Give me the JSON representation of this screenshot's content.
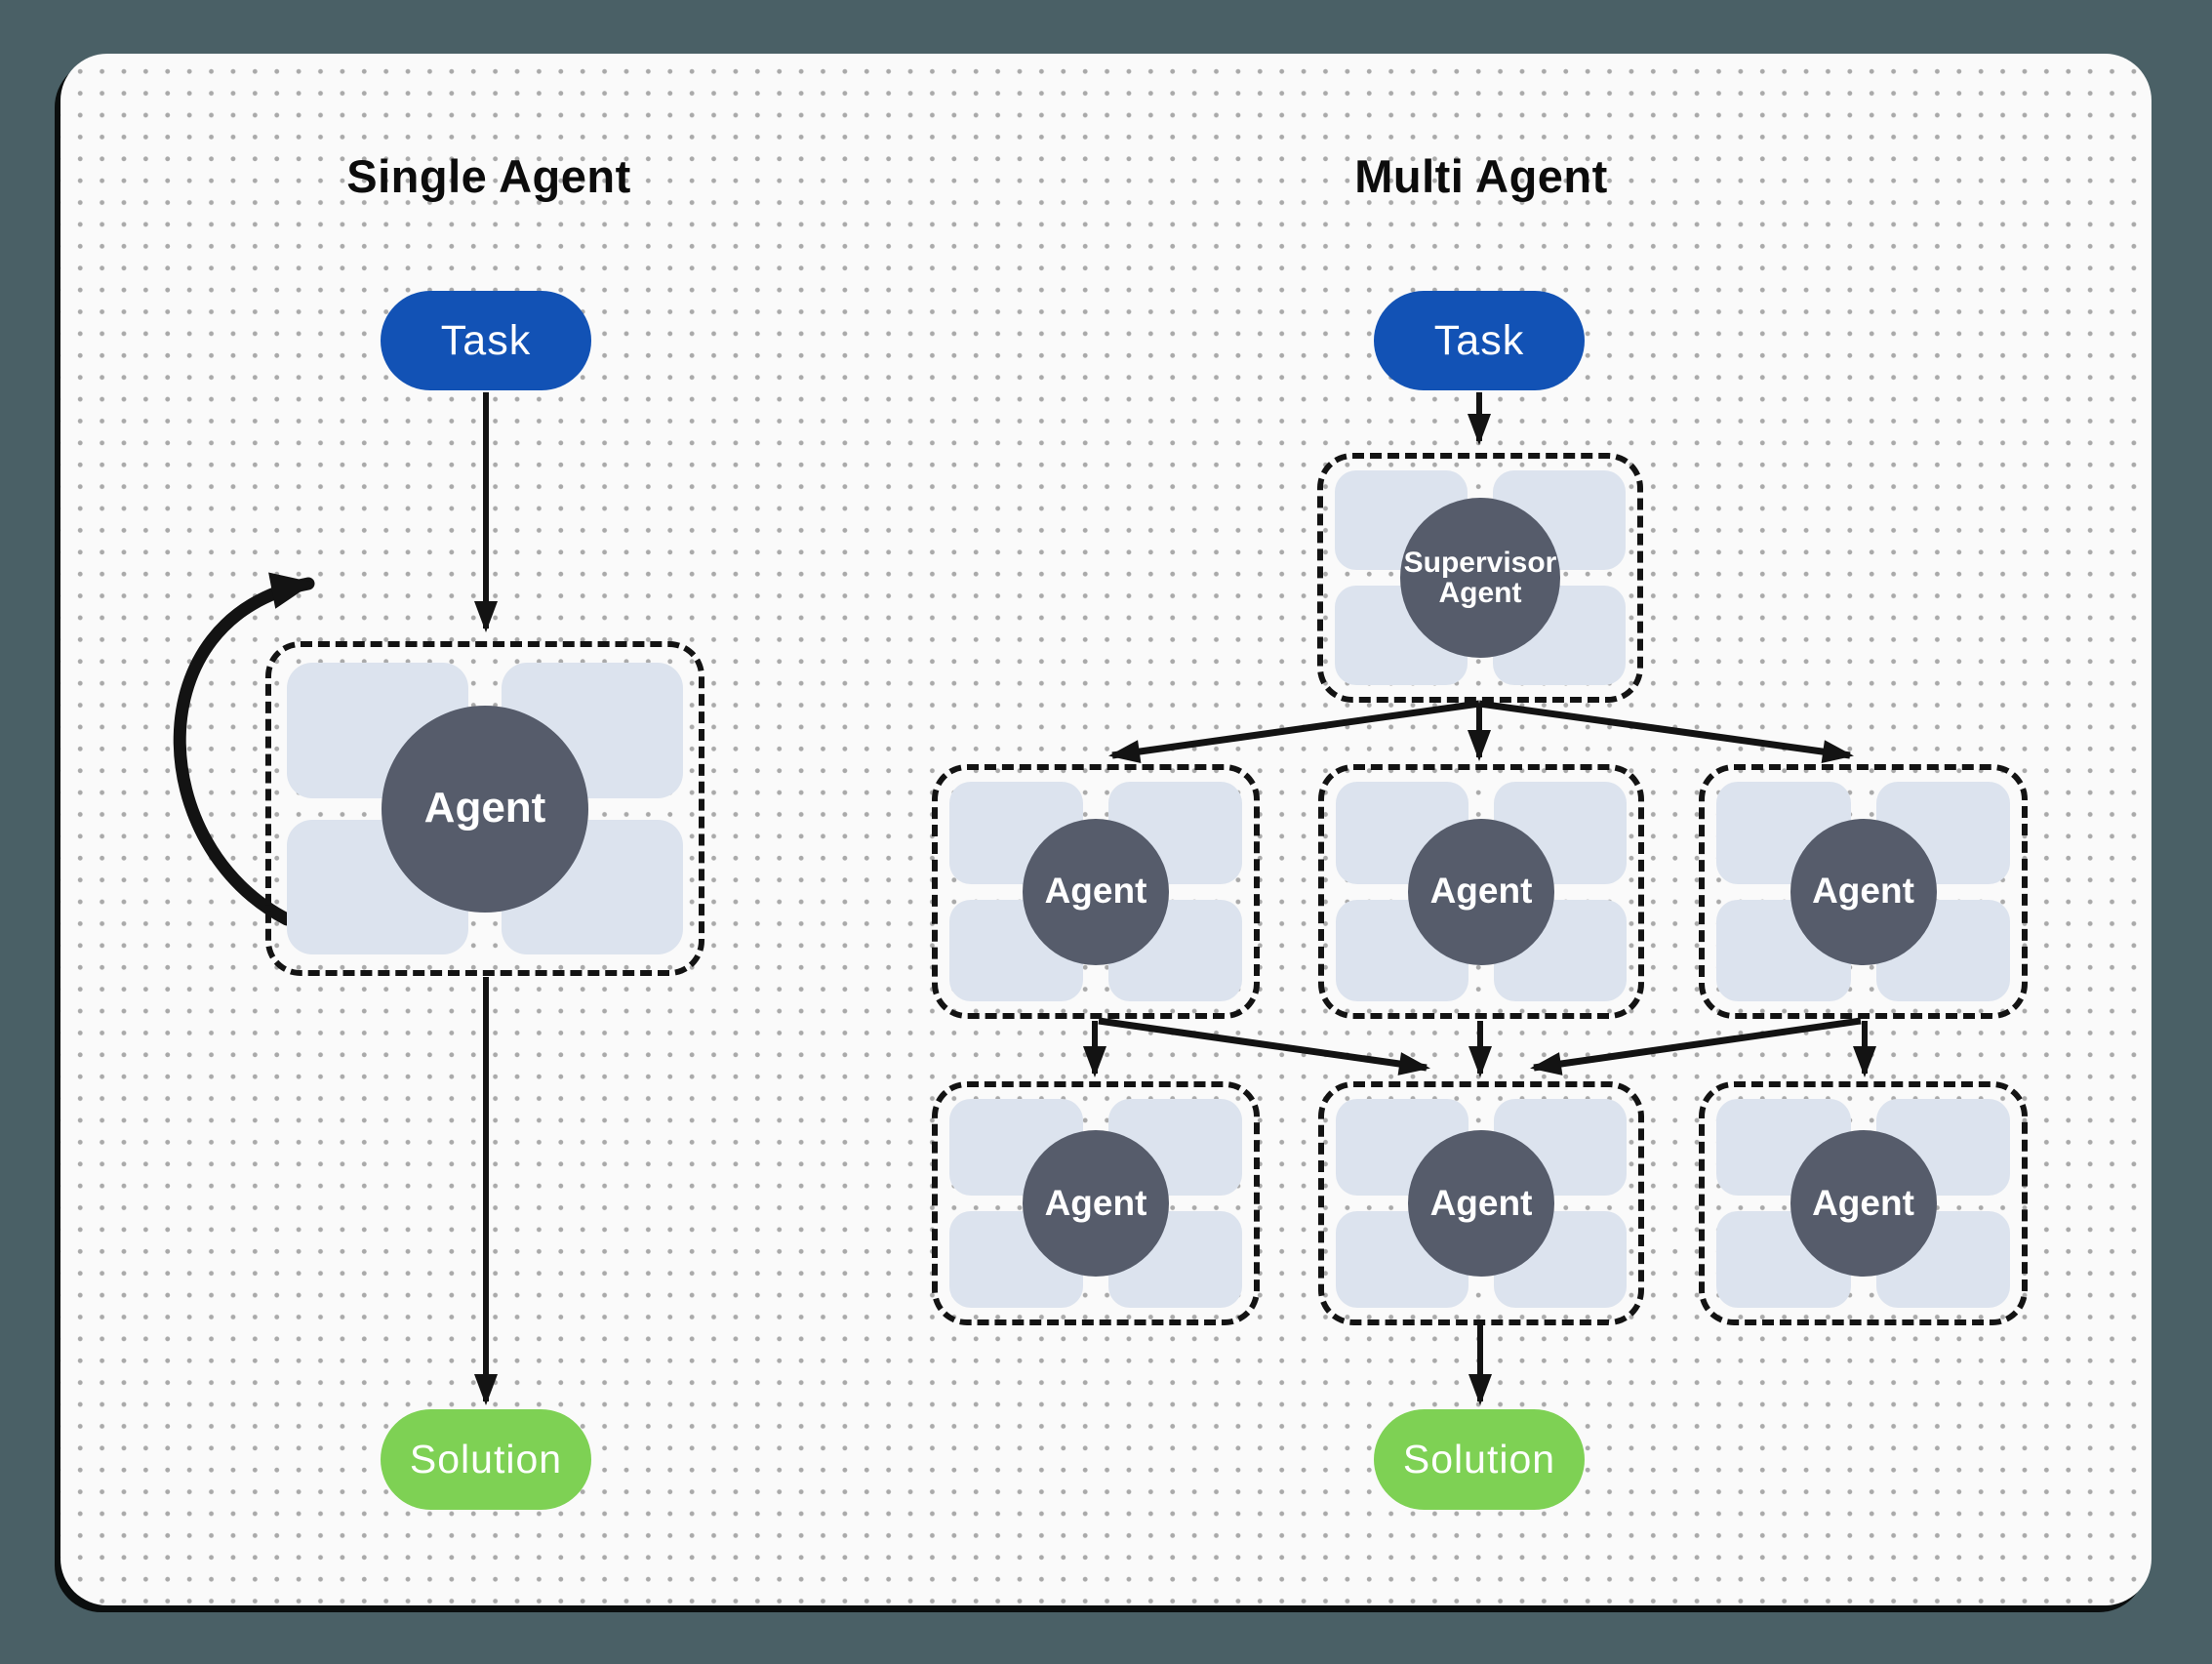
{
  "colors": {
    "outer_bg": "#4a6066",
    "card_bg": "#fafafa",
    "dot": "#a9a9a9",
    "task_blue": "#1252b5",
    "solution_green": "#7ed154",
    "circle_slate": "#565c6b",
    "tile_gray": "#dce3ee",
    "line_black": "#131313"
  },
  "left_panel": {
    "title": "Single Agent",
    "task_label": "Task",
    "agent_label": "Agent",
    "solution_label": "Solution"
  },
  "right_panel": {
    "title": "Multi Agent",
    "task_label": "Task",
    "supervisor_line1": "Supervisor",
    "supervisor_line2": "Agent",
    "agents": [
      "Agent",
      "Agent",
      "Agent",
      "Agent",
      "Agent",
      "Agent"
    ],
    "solution_label": "Solution"
  }
}
